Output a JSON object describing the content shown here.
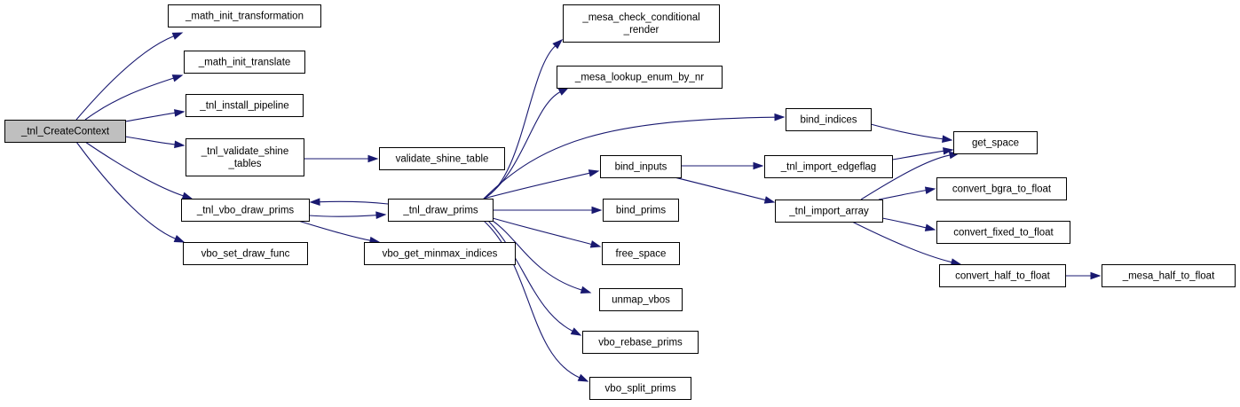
{
  "graph": {
    "root": "tnl_create_context",
    "nodes": [
      {
        "id": "tnl_create_context",
        "lines": [
          "_tnl_CreateContext"
        ]
      },
      {
        "id": "math_init_transformation",
        "lines": [
          "_math_init_transformation"
        ]
      },
      {
        "id": "math_init_translate",
        "lines": [
          "_math_init_translate"
        ]
      },
      {
        "id": "tnl_install_pipeline",
        "lines": [
          "_tnl_install_pipeline"
        ]
      },
      {
        "id": "tnl_validate_shine_tables",
        "lines": [
          "_tnl_validate_shine",
          "_tables"
        ]
      },
      {
        "id": "validate_shine_table",
        "lines": [
          "validate_shine_table"
        ]
      },
      {
        "id": "tnl_vbo_draw_prims",
        "lines": [
          "_tnl_vbo_draw_prims"
        ]
      },
      {
        "id": "vbo_set_draw_func",
        "lines": [
          "vbo_set_draw_func"
        ]
      },
      {
        "id": "tnl_draw_prims",
        "lines": [
          "_tnl_draw_prims"
        ]
      },
      {
        "id": "vbo_get_minmax_indices",
        "lines": [
          "vbo_get_minmax_indices"
        ]
      },
      {
        "id": "mesa_check_conditional_render",
        "lines": [
          "_mesa_check_conditional",
          "_render"
        ]
      },
      {
        "id": "mesa_lookup_enum_by_nr",
        "lines": [
          "_mesa_lookup_enum_by_nr"
        ]
      },
      {
        "id": "bind_inputs",
        "lines": [
          "bind_inputs"
        ]
      },
      {
        "id": "bind_prims",
        "lines": [
          "bind_prims"
        ]
      },
      {
        "id": "free_space",
        "lines": [
          "free_space"
        ]
      },
      {
        "id": "unmap_vbos",
        "lines": [
          "unmap_vbos"
        ]
      },
      {
        "id": "vbo_rebase_prims",
        "lines": [
          "vbo_rebase_prims"
        ]
      },
      {
        "id": "vbo_split_prims",
        "lines": [
          "vbo_split_prims"
        ]
      },
      {
        "id": "bind_indices",
        "lines": [
          "bind_indices"
        ]
      },
      {
        "id": "tnl_import_edgeflag",
        "lines": [
          "_tnl_import_edgeflag"
        ]
      },
      {
        "id": "tnl_import_array",
        "lines": [
          "_tnl_import_array"
        ]
      },
      {
        "id": "get_space",
        "lines": [
          "get_space"
        ]
      },
      {
        "id": "convert_bgra_to_float",
        "lines": [
          "convert_bgra_to_float"
        ]
      },
      {
        "id": "convert_fixed_to_float",
        "lines": [
          "convert_fixed_to_float"
        ]
      },
      {
        "id": "convert_half_to_float",
        "lines": [
          "convert_half_to_float"
        ]
      },
      {
        "id": "mesa_half_to_float",
        "lines": [
          "_mesa_half_to_float"
        ]
      }
    ],
    "edges": [
      {
        "from": "tnl_create_context",
        "to": "math_init_transformation"
      },
      {
        "from": "tnl_create_context",
        "to": "math_init_translate"
      },
      {
        "from": "tnl_create_context",
        "to": "tnl_install_pipeline"
      },
      {
        "from": "tnl_create_context",
        "to": "tnl_validate_shine_tables"
      },
      {
        "from": "tnl_create_context",
        "to": "tnl_vbo_draw_prims"
      },
      {
        "from": "tnl_create_context",
        "to": "vbo_set_draw_func"
      },
      {
        "from": "tnl_validate_shine_tables",
        "to": "validate_shine_table"
      },
      {
        "from": "tnl_vbo_draw_prims",
        "to": "tnl_draw_prims"
      },
      {
        "from": "tnl_vbo_draw_prims",
        "to": "vbo_get_minmax_indices"
      },
      {
        "from": "tnl_draw_prims",
        "to": "tnl_vbo_draw_prims"
      },
      {
        "from": "tnl_draw_prims",
        "to": "mesa_check_conditional_render"
      },
      {
        "from": "tnl_draw_prims",
        "to": "mesa_lookup_enum_by_nr"
      },
      {
        "from": "tnl_draw_prims",
        "to": "bind_indices"
      },
      {
        "from": "tnl_draw_prims",
        "to": "bind_inputs"
      },
      {
        "from": "tnl_draw_prims",
        "to": "bind_prims"
      },
      {
        "from": "tnl_draw_prims",
        "to": "free_space"
      },
      {
        "from": "tnl_draw_prims",
        "to": "unmap_vbos"
      },
      {
        "from": "tnl_draw_prims",
        "to": "vbo_rebase_prims"
      },
      {
        "from": "tnl_draw_prims",
        "to": "vbo_split_prims"
      },
      {
        "from": "bind_indices",
        "to": "get_space"
      },
      {
        "from": "bind_inputs",
        "to": "tnl_import_edgeflag"
      },
      {
        "from": "bind_inputs",
        "to": "tnl_import_array"
      },
      {
        "from": "tnl_import_edgeflag",
        "to": "get_space"
      },
      {
        "from": "tnl_import_array",
        "to": "get_space"
      },
      {
        "from": "tnl_import_array",
        "to": "convert_bgra_to_float"
      },
      {
        "from": "tnl_import_array",
        "to": "convert_fixed_to_float"
      },
      {
        "from": "tnl_import_array",
        "to": "convert_half_to_float"
      },
      {
        "from": "convert_half_to_float",
        "to": "mesa_half_to_float"
      }
    ]
  },
  "colors": {
    "edge": "#191970",
    "node_border": "#000000",
    "node_fill": "#ffffff",
    "root_fill": "#bfbfbf"
  }
}
